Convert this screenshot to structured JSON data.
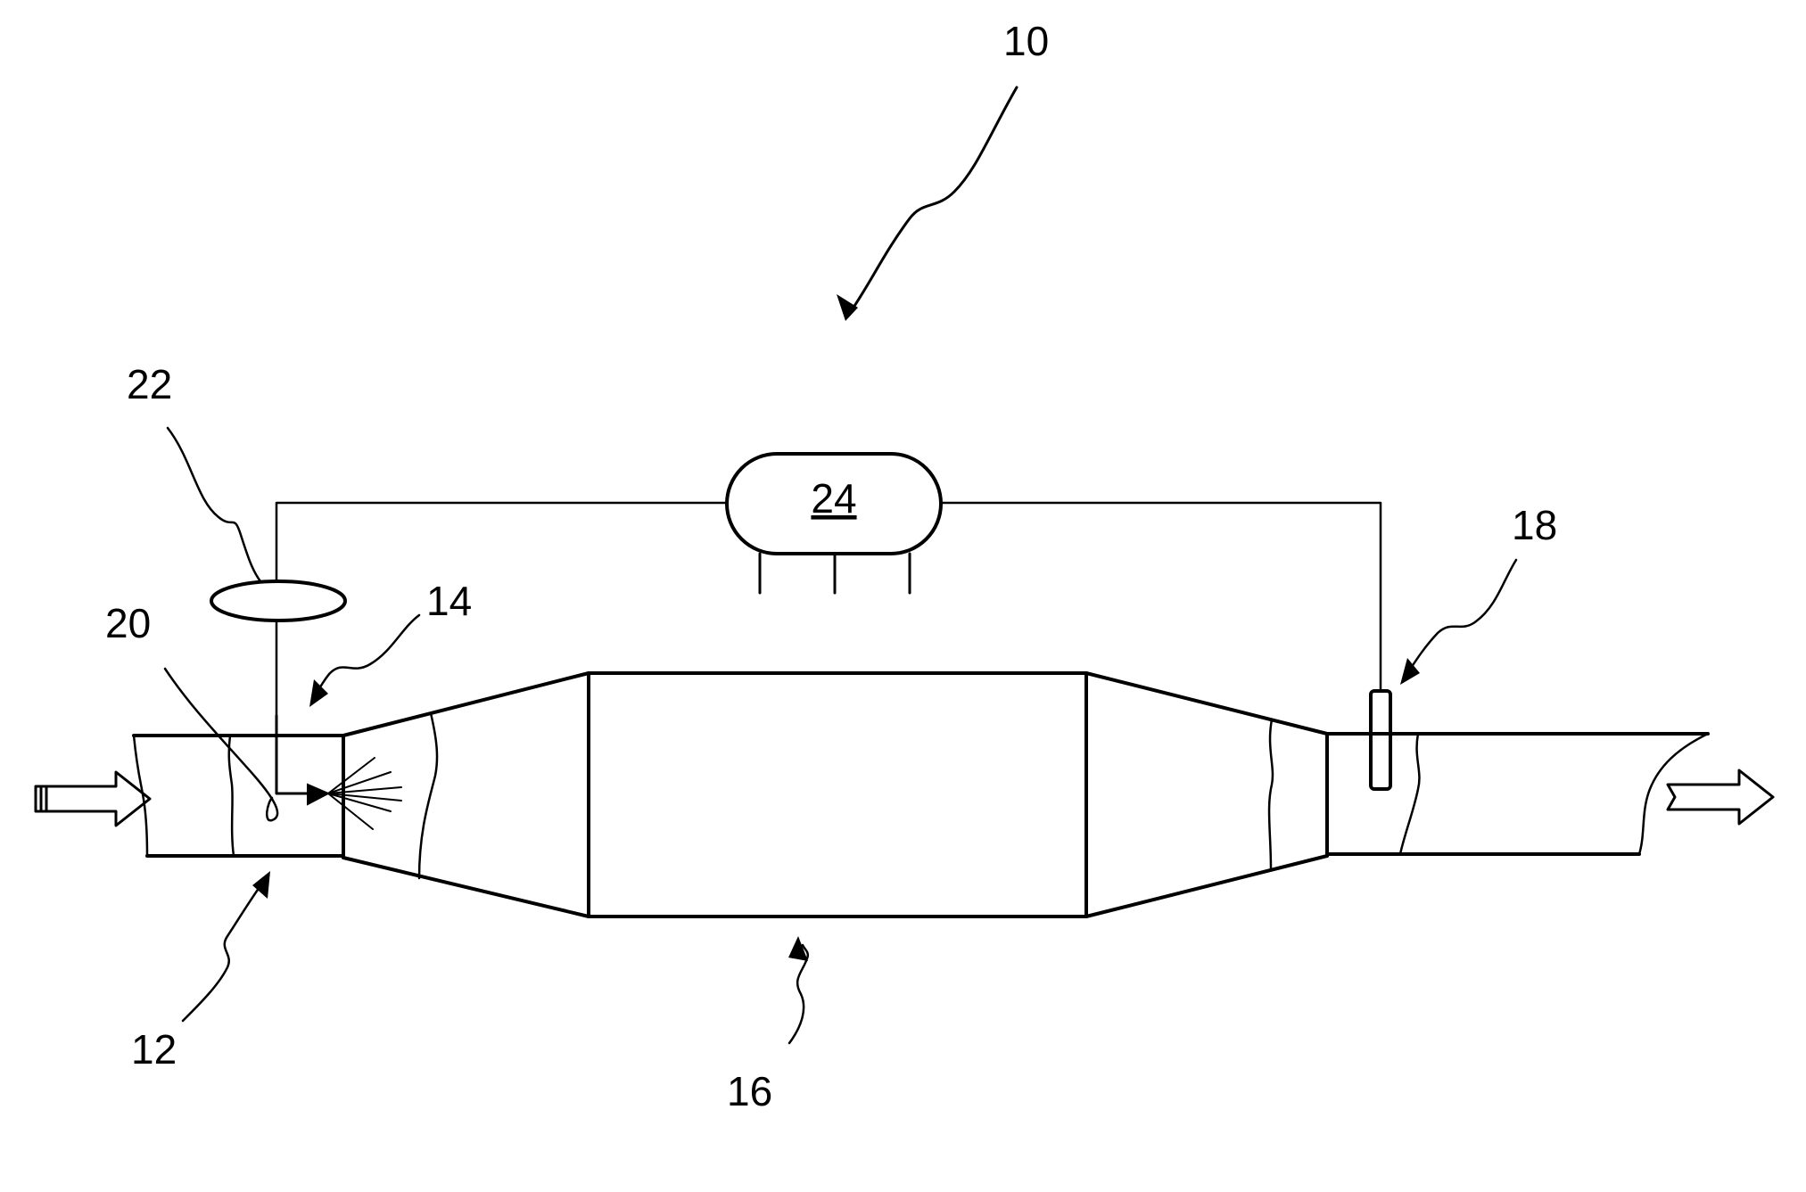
{
  "figure": {
    "labels": {
      "system": "10",
      "inlet_pipe": "12",
      "injector": "14",
      "catalytic_converter": "16",
      "sensor": "18",
      "supply_line": "20",
      "reservoir": "22",
      "controller": "24"
    },
    "colors": {
      "line": "#000000",
      "background": "#ffffff"
    }
  }
}
